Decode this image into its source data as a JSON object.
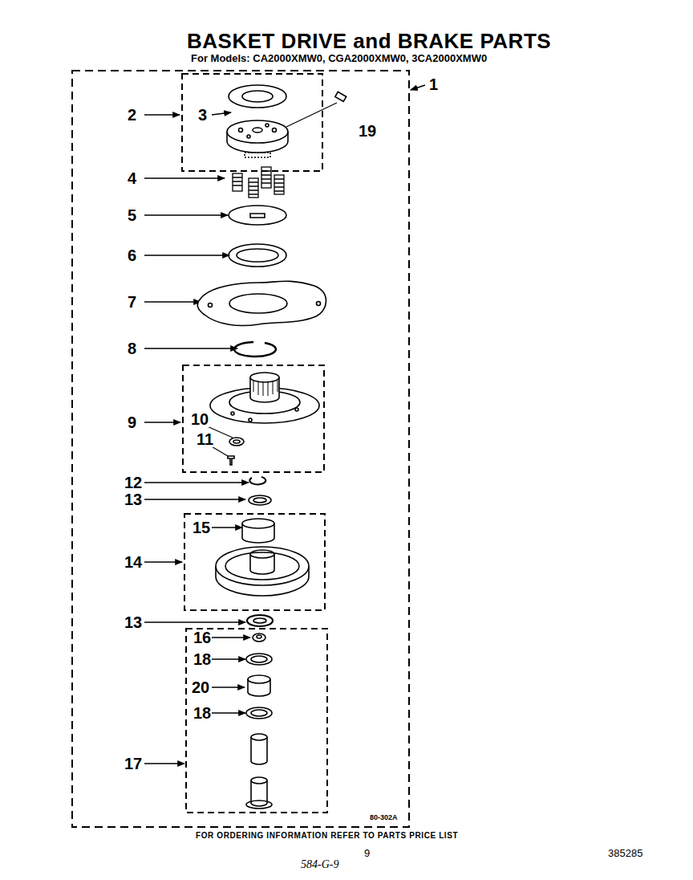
{
  "diagram": {
    "title": "BASKET DRIVE and BRAKE PARTS",
    "labels": [
      "For Models: CA2000XMW0, CGA2000XMW0, 3CA2000XMW0",
      "1",
      "2",
      "3",
      "19",
      "4",
      "5",
      "6",
      "7",
      "8",
      "9",
      "10",
      "11",
      "12",
      "13",
      "15",
      "14",
      "13",
      "16",
      "18",
      "20",
      "18",
      "17",
      "80-302A",
      "FOR ORDERING INFORMATION REFER TO PARTS PRICE LIST",
      "9",
      "584-G-9",
      "385285"
    ]
  }
}
